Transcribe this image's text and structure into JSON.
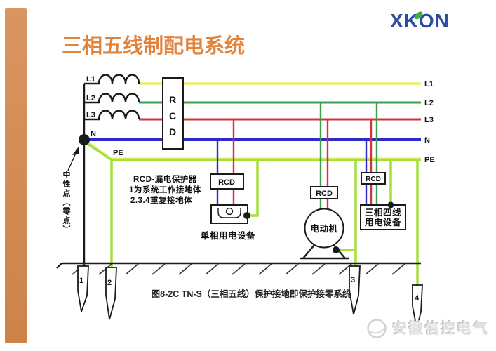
{
  "page": {
    "title": "三相五线制配电系统"
  },
  "logo": {
    "text": "XKON"
  },
  "colors": {
    "bar": "#cd8348",
    "bar_light": "#d99561",
    "title": "#e2833c",
    "logo_blue": "#2b4da0",
    "logo_green": "#3fae3f",
    "l1": "#f0ee66",
    "l2": "#3da04a",
    "l3": "#d0353e",
    "n": "#2c2cc4",
    "pe": "#a6df3a",
    "pe_hi": "#e6f77d",
    "ink": "#1a1a1a"
  },
  "bus": {
    "left": [
      "L1",
      "L2",
      "L3",
      "N",
      "PE"
    ],
    "right": [
      "L1",
      "L2",
      "L3",
      "N",
      "PE"
    ]
  },
  "rcd": {
    "main": [
      "R",
      "C",
      "D"
    ],
    "branch1": "RCD",
    "branch2": "RCD",
    "branch3": "RCD"
  },
  "notes": {
    "neutral": "中性点（零点）"
  },
  "legend": {
    "line1": "RCD-漏电保护器",
    "line2": "1为系统工作接地体",
    "line3": "2.3.4重复接地体"
  },
  "devices": {
    "single": "单相用电设备",
    "motor": "电动机",
    "three_line1": "三相四线",
    "three_line2": "用电设备"
  },
  "electrodes": [
    "1",
    "2",
    "3",
    "4"
  ],
  "caption": {
    "text": "图8-2C TN-S（三相五线）保护接地即保护接零系统"
  },
  "watermark": {
    "text": "安徽信控电气"
  }
}
